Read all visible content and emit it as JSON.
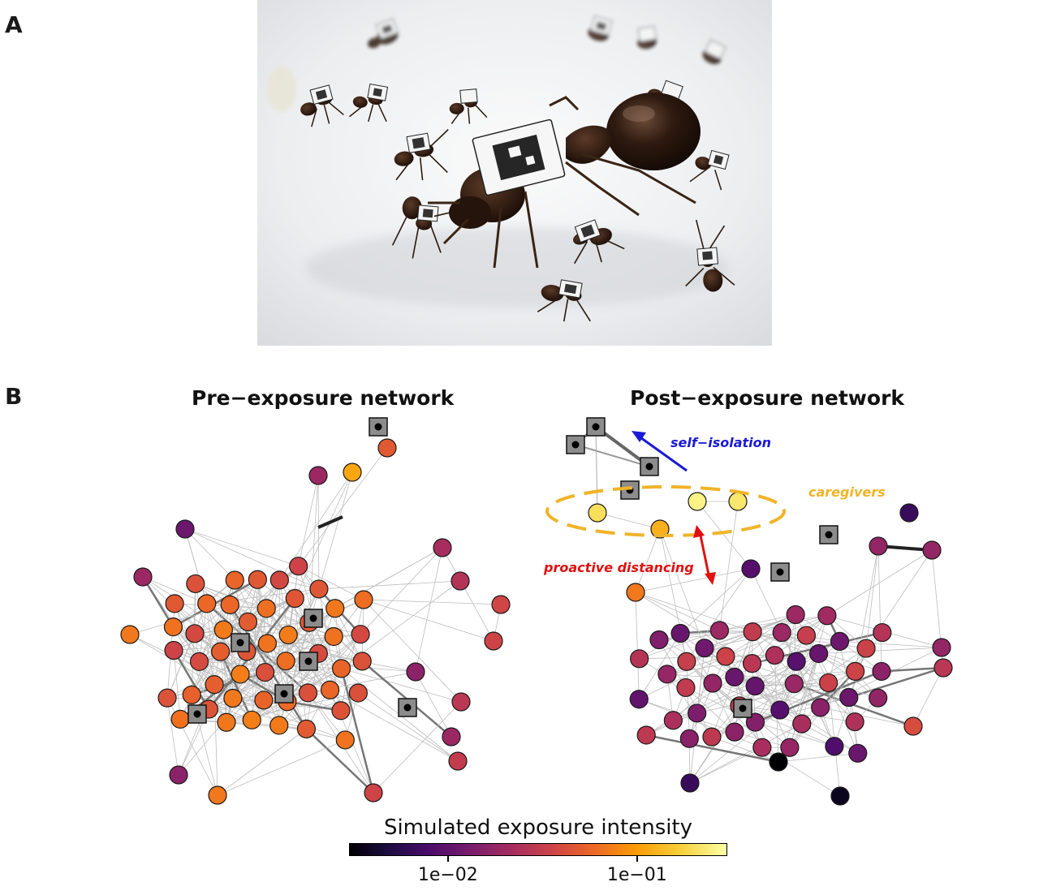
{
  "figure": {
    "panel_a_label": "A",
    "panel_b_label": "B",
    "pre_title": "Pre−exposure network",
    "post_title": "Post−exposure network"
  },
  "annotations": {
    "self_isolation": "self−isolation",
    "caregivers": "caregivers",
    "proactive_distancing": "proactive distancing"
  },
  "colorbar": {
    "title": "Simulated exposure intensity",
    "min": 0.003,
    "max": 0.3,
    "ticks": [
      {
        "label": "1e−02",
        "value": 0.01
      },
      {
        "label": "1e−01",
        "value": 0.1
      }
    ],
    "colormap": "inferno",
    "stops": [
      "#000004",
      "#1b0c41",
      "#4a0c6b",
      "#781c6d",
      "#a52c60",
      "#cf4446",
      "#ed6925",
      "#fb9b06",
      "#f7d13d",
      "#fcffa4"
    ]
  },
  "colors": {
    "self_isolation_text": "#1a1ad6",
    "caregivers_text": "#f0b429",
    "proactive_text": "#e01010",
    "exposed_node_fill": "#8c8c8c",
    "edge": "#bdbdbd",
    "strong_edge": "#333333"
  }
}
